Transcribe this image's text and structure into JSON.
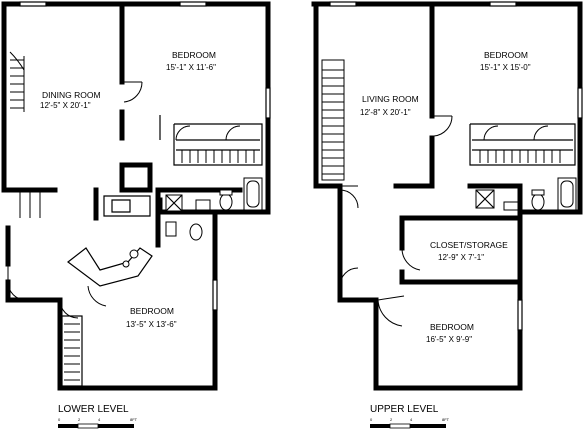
{
  "lower_level": {
    "title": "LOWER LEVEL",
    "rooms": [
      {
        "name": "DINING ROOM",
        "dims": "12'-5\" X 20'-1\""
      },
      {
        "name": "BEDROOM",
        "dims": "15'-1\" X 11'-6\""
      },
      {
        "name": "BEDROOM",
        "dims": "13'-5\" X 13'-6\""
      }
    ]
  },
  "upper_level": {
    "title": "UPPER LEVEL",
    "rooms": [
      {
        "name": "LIVING ROOM",
        "dims": "12'-8\" X 20'-1\""
      },
      {
        "name": "BEDROOM",
        "dims": "15'-1\" X 15'-0\""
      },
      {
        "name": "CLOSET/STORAGE",
        "dims": "12'-9\" X 7'-1\""
      },
      {
        "name": "BEDROOM",
        "dims": "16'-5\" X 9'-9\""
      }
    ]
  },
  "scale": {
    "ticks": [
      "0",
      "2",
      "4",
      "8FT"
    ]
  }
}
